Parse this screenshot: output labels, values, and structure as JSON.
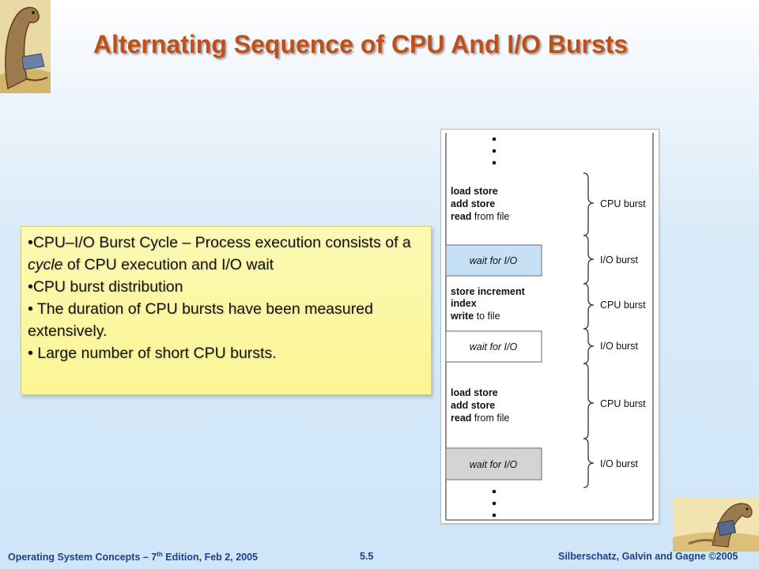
{
  "title": "Alternating Sequence of CPU And I/O Bursts",
  "bullets": {
    "b1_pre": "•CPU–I/O Burst Cycle – Process execution consists of a ",
    "b1_em": "cycle",
    "b1_post": " of CPU execution and I/O wait",
    "b2": "•CPU burst distribution",
    "b3": "• The duration of CPU bursts have been measured extensively.",
    "b4": "• Large number of short CPU bursts."
  },
  "diagram": {
    "block1": {
      "line1": "load store",
      "line2": "add store",
      "line3_bold": "read",
      "line3_rest": " from file"
    },
    "wait1": "wait for I/O",
    "block2": {
      "line1": "store increment",
      "line2": "index",
      "line3_bold": "write",
      "line3_rest": " to file"
    },
    "wait2": "wait for I/O",
    "block3": {
      "line1": "load store",
      "line2": "add store",
      "line3_bold": "read",
      "line3_rest": " from file"
    },
    "wait3": "wait for I/O",
    "labels": {
      "cpu1": "CPU burst",
      "io1": "I/O burst",
      "cpu2": "CPU burst",
      "io2": "I/O burst",
      "cpu3": "CPU burst",
      "io3": "I/O burst"
    }
  },
  "footer": {
    "left_pre": "Operating System Concepts – 7",
    "left_sup": "th",
    "left_post": " Edition, Feb 2, 2005",
    "center": "5.5",
    "right": "Silberschatz, Galvin and Gagne ©2005"
  }
}
